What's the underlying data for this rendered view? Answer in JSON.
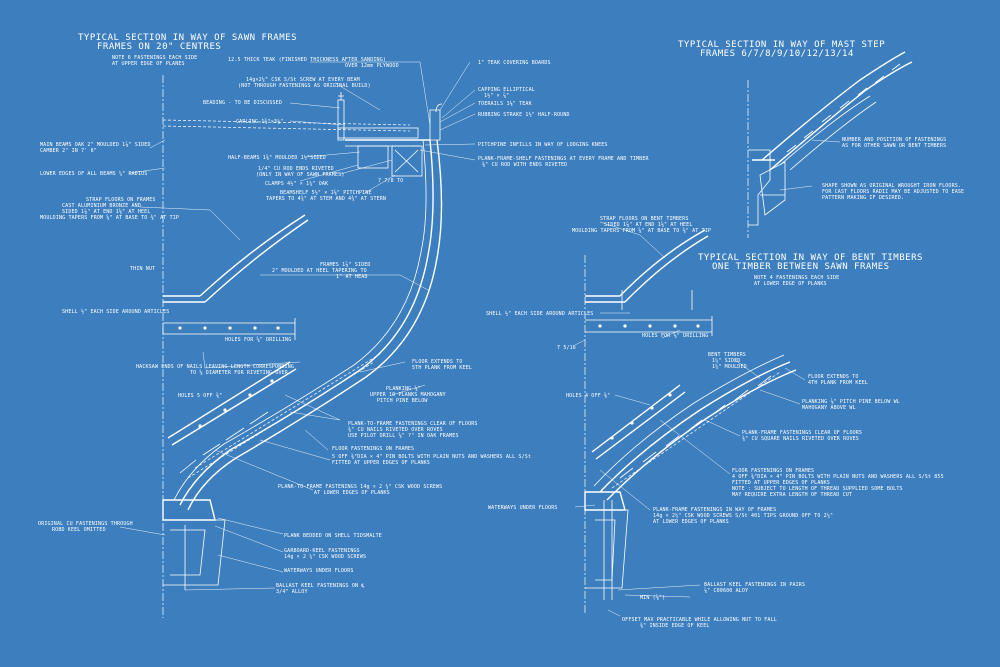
{
  "colors": {
    "background": "#3d7fbe",
    "ink": "#ffffff"
  },
  "sawn_frames": {
    "title1": "TYPICAL SECTION IN WAY OF SAWN FRAMES",
    "title2": "FRAMES ON 20\" CENTRES",
    "note1": "NOTE 6 FASTENINGS EACH SIDE",
    "note2": "AT UPPER EDGE OF PLANES",
    "labels": {
      "teak_deck": "12.5 THICK TEAK (FINISHED THICKNESS AFTER SANDING)",
      "ply": "OVER 12mm PLYWOOD",
      "covering_boards": "1\" TEAK COVERING BOARDS",
      "screw1": "14g×2¼\" CSK S/St SCREW AT EVERY BEAM",
      "screw2": "(NOT THROUGH FASTENINGS AS ORIGINAL BUILD)",
      "capping1": "CAPPING ELLIPTICAL",
      "capping2": "1½\" × ⅞\"",
      "beading": "BEADING - TO BE DISCUSSED",
      "toerails": "TOERAILS 1⅛\" TEAK",
      "rubbing": "RUBBING STRAKE 1½\" HALF-ROUND",
      "carling": "CARLING 1¾\"×3⅛\"",
      "main_beams1": "MAIN BEAMS OAK 2\" MOULDED 1⅞\" SIDED",
      "main_beams2": "CAMBER 2\" IN 7' 6\"",
      "pitchpine": "PITCHPINE INFILLS IN WAY OF LODGING KNEES",
      "plank_frame1": "PLANK-FRAME-SHELF FASTENINGS AT EVERY FRAME AND TIMBER",
      "plank_frame2": "⅜\" CU ROD WITH ENDS RIVETED",
      "half_beams": "HALF-BEAMS 1⅜\" MOULDED 1½\"SIDED",
      "lower_edges": "LOWER EDGES OF ALL BEAMS ¼\" RADIUS",
      "rod1": "1/4\" CU ROD ENDS RIVETED",
      "rod2": "(ONLY IN WAY OF SAWN FRAMES)",
      "clamps": "CLAMPS 4½\" × 1¼\" OAK",
      "beamshelf1": "BEAMSHELF 5½\" × 1⅝\" PITCHPINE",
      "beamshelf2": "TAPERS TO 4¾\" AT STEM AND 4¾\" AT STERN",
      "strap1": "STRAP FLOORS ON FRAMES",
      "strap2": "CAST ALUMINIUM BRONZE AND",
      "strap3": "SIDED 1⅞\" AT END 1⅝\" AT HEEL",
      "strap4": "MOULDING TAPERS FROM ⅝\" AT BASE TO ⅜\" AT TIP",
      "frames1": "FRAMES 1⅞\" SIDED",
      "frames2": "2\" MOULDED AT HEEL TAPERING TO",
      "frames3": "1\" AT HEAD",
      "thin_nut": "THIN NUT",
      "shell": "SHELL ½\" EACH SIDE AROUND ARTICLES",
      "holes_note": "HOLES FOR ⅝\" DRILLING",
      "hacksaw1": "HACKSAW ENDS OF NAILS LEAVING LENGTH CORRESPONDING",
      "hacksaw2": "TO ⅝ DIAMETER FOR RIVETING OVER",
      "floor_extends1": "FLOOR EXTENDS TO",
      "floor_extends2": "5TH PLANK FROM KEEL",
      "holes_off": "HOLES 5 OFF ⅜\"",
      "planking1": "PLANKING ⅞\"",
      "planking2": "UPPER 10 PLANKS MAHOGANY",
      "planking3": "PITCH PINE BELOW",
      "ptf1": "PLANK-TO-FRAME FASTENINGS CLEAR OF FLOORS",
      "ptf2": "⅜\" CU NAILS RIVETED OVER ROVES",
      "ptf3": "USE PILOT DRILL ⅝\" ?\" IN OAK FRAMES",
      "ff1": "FLOOR FASTENINGS ON FRAMES",
      "ff2": "5 OFF ⅜\"DIA × 4\" PIN BOLTS WITH PLAIN NUTS AND WASHERS ALL S/St",
      "ff3": "FITTED AT UPPER EDGES OF PLANKS",
      "ptf_lower1": "PLANK-TO-FRAME FASTENINGS 14g × 2 ¼\" CSK WOOD SCREWS",
      "ptf_lower2": "AT LOWER EDGES OF PLANKS",
      "original1": "ORIGINAL CU FASTENINGS THROUGH",
      "original2": "ROBD KEEL OMITTED",
      "bedded": "PLANK BEDDED ON SHELL TIDSMALTE",
      "garboard1": "GARBOARD-KEEL FASTENINGS",
      "garboard2": "14g × 2 ¼\" CSK WOOD SCREWS",
      "waterways": "WATERWAYS UNDER FLOORS",
      "ballast1": "BALLAST KEEL FASTENINGS ON ℄",
      "ballast2": "3/4\" ALLOY",
      "dim_7": "7 7/8 TO"
    }
  },
  "mast_step": {
    "title1": "TYPICAL SECTION IN WAY OF MAST STEP",
    "title2": "FRAMES 6/7/8/9/10/12/13/14",
    "labels": {
      "number1": "NUMBER AND POSITION OF FASTENINGS",
      "number2": "AS FOR OTHER SAWN OR BENT TIMBERS",
      "shape1": "SHAPE SHOWN AS ORIGINAL WROUGHT IRON FLOORS.",
      "shape2": "FOR CAST FLOORS RADII MAY BE ADJUSTED TO EASE",
      "shape3": "PATTERN MAKING IF DESIRED."
    }
  },
  "bent_timbers": {
    "title1": "TYPICAL SECTION IN WAY OF BENT TIMBERS",
    "title2": "ONE TIMBER BETWEEN SAWN FRAMES",
    "note1": "NOTE 4 FASTENINGS EACH SIDE",
    "note2": "AT LOWER EDGE OF PLANKS",
    "labels": {
      "strap1": "STRAP FLOORS ON BENT TIMBERS",
      "strap2": "SIDED 1⅞\" AT END 1⅝\" AT HEEL",
      "strap3": "MOULDING TAPERS FROM ⅝\" AT BASE TO ⅜\" AT TIP",
      "shell": "SHELL ½\" EACH SIDE AROUND ARTICLES",
      "holes_note": "HOLES FOR ⅝\" DRILLING",
      "dim": "7 5/16",
      "bent1": "BENT TIMBERS",
      "bent2": "1¼\" SIDED",
      "bent3": "1¼\" MOULDED",
      "floor_ext1": "FLOOR EXTENDS TO",
      "floor_ext2": "4TH PLANK FROM KEEL",
      "holes": "HOLES 4 OFF ⅜\"",
      "planking1": "PLANKING ⅞\" PITCH PINE BELOW WL",
      "planking2": "MAHOGANY ABOVE WL",
      "pf1": "PLANK-FRAME FASTENINGS CLEAR OF FLOORS",
      "pf2": "⅜\" CU SQUARE NAILS RIVETED OVER ROVES",
      "ff1": "FLOOR FASTENINGS ON FRAMES",
      "ff2": "4 OFF ⅜\"DIA × 4\" PIN BOLTS WITH PLAIN NUTS AND WASHERS ALL S/St 855",
      "ff3": "FITTED AT UPPER EDGES OF PLANKS",
      "ff4": "NOTE : SUBJECT TO LENGTH OF THREAD SUPPLIED SOME BOLTS",
      "ff5": "MAY REQUIRE EXTRA LENGTH OF THREAD CUT",
      "pfl1": "PLANK-FRAME FASTENINGS IN WAY OF FRAMES",
      "pfl2": "14g × 2¼\" CSK WOOD SCREWS S/St 401 TIPS GROUND OFF TO 2¼\"",
      "pfl3": "AT LOWER EDGES OF PLANKS",
      "waterways": "WATERWAYS UNDER FLOORS",
      "ballast1": "BALLAST KEEL FASTENINGS IN PAIRS",
      "ballast2": "⅞\" C00600 ALOY",
      "min": "MIN (⅞\")",
      "offset1": "OFFSET MAX PRACTICABLE WHILE ALLOWING NUT TO FALL",
      "offset2": "⅜\" INSIDE EDGE OF KEEL"
    }
  }
}
